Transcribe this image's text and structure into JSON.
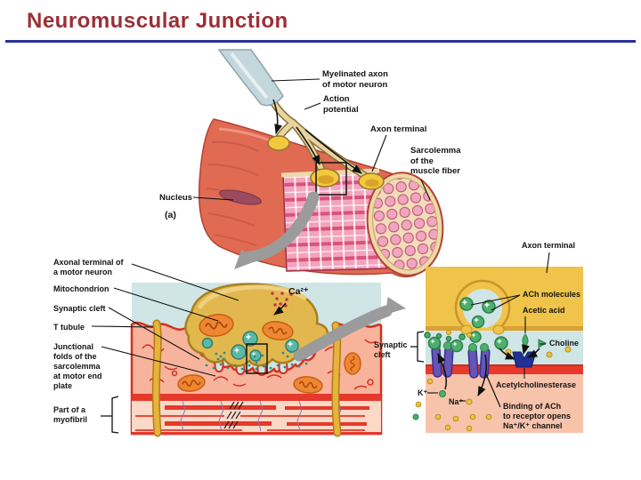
{
  "slide": {
    "title": "Neuromuscular Junction",
    "title_color": "#9c2f36",
    "rule_color": "#2b2f9a"
  },
  "diagram": {
    "top": {
      "labels": {
        "myelinated_axon": "Myelinated axon\nof motor neuron",
        "action_potential": "Action\npotential",
        "axon_terminal": "Axon terminal",
        "sarcolemma": "Sarcolemma\nof the\nmuscle fiber",
        "nucleus": "Nucleus",
        "figure_marker": "(a)"
      }
    },
    "left_detail": {
      "labels": {
        "axonal_terminal": "Axonal terminal of\na motor neuron",
        "mitochondrion": "Mitochondrion",
        "synaptic_cleft": "Synaptic cleft",
        "t_tubule": "T tubule",
        "junctional_folds": "Junctional\nfolds of the\nsarcolemma\nat motor end\nplate",
        "myofibril": "Part of a\nmyofibril",
        "calcium": "Ca²⁺"
      }
    },
    "right_detail": {
      "labels": {
        "axon_terminal": "Axon terminal",
        "ach_molecules": "ACh molecules",
        "acetic_acid": "Acetic acid",
        "choline": "Choline",
        "acetylcholinesterase": "Acetylcholinesterase",
        "synaptic_cleft": "Synaptic\ncleft",
        "potassium": "K⁺",
        "sodium": "Na⁺",
        "binding_note": "Binding of ACh\nto receptor opens\nNa⁺/K⁺ channel"
      }
    },
    "colors": {
      "muscle_red": "#e06a52",
      "myofibril_pink": "#f2a3bd",
      "axon_tan": "#e8d49e",
      "terminal_gold": "#e2b84e",
      "band_gold": "#f0c34a",
      "synaptic_blue": "#cfe5e6",
      "mitochondria_orange": "#ef8632",
      "vesicle_teal": "#5cb8a8",
      "ach_green": "#4caf6e",
      "channel_purple": "#6456b8",
      "membrane_red": "#e8392b",
      "muscle_pink": "#f8c3ab",
      "fold_red": "#d6301f",
      "arrow_gray": "#9b9b9b"
    }
  }
}
